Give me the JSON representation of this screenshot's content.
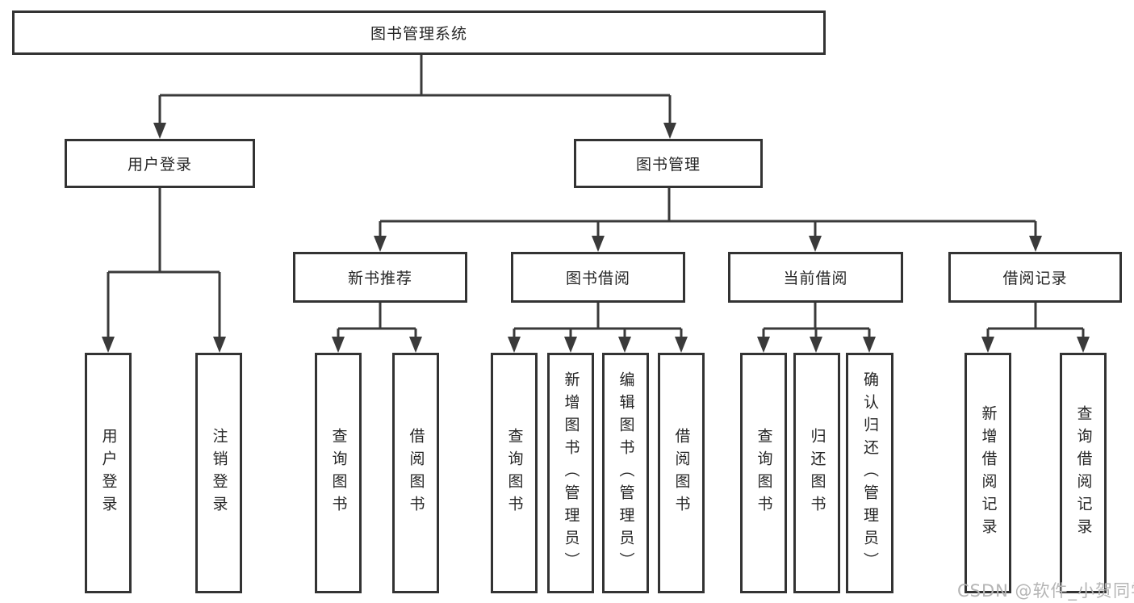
{
  "tree": {
    "label": "图书管理系统",
    "children": [
      {
        "label": "用户登录",
        "children": [
          {
            "label": "用户登录"
          },
          {
            "label": "注销登录"
          }
        ]
      },
      {
        "label": "图书管理",
        "children": [
          {
            "label": "新书推荐",
            "children": [
              {
                "label": "查询图书"
              },
              {
                "label": "借阅图书"
              }
            ]
          },
          {
            "label": "图书借阅",
            "children": [
              {
                "label": "查询图书"
              },
              {
                "label": "新增图书（管理员）"
              },
              {
                "label": "编辑图书（管理员）"
              },
              {
                "label": "借阅图书"
              }
            ]
          },
          {
            "label": "当前借阅",
            "children": [
              {
                "label": "查询图书"
              },
              {
                "label": "归还图书"
              },
              {
                "label": "确认归还（管理员）"
              }
            ]
          },
          {
            "label": "借阅记录",
            "children": [
              {
                "label": "新增借阅记录"
              },
              {
                "label": "查询借阅记录"
              }
            ]
          }
        ]
      }
    ]
  },
  "watermark": "CSDN @软件_小贺同学",
  "colors": {
    "line": "#3a3a3a",
    "box_border": "#333333",
    "text": "#262626",
    "watermark": "#b5b5b5",
    "background": "#ffffff"
  }
}
